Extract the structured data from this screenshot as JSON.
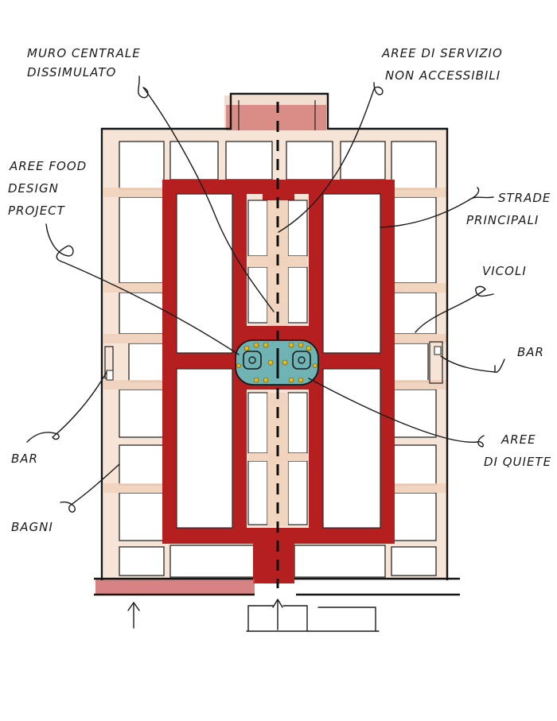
{
  "colors": {
    "main_streets": "#b51f1f",
    "alleys": "#f1d3bd",
    "quiet_area": "#6fb3b4",
    "bar_dots": "#e5b81c",
    "ink": "#141414"
  },
  "labels": {
    "muro_1": "MURO CENTRALE",
    "muro_2": "DISSIMULATO",
    "servizio_1": "AREE DI SERVIZIO",
    "servizio_2": "NON ACCESSIBILI",
    "food_1": "AREE FOOD",
    "food_2": "DESIGN",
    "food_3": "PROJECT",
    "strade_1": "STRADE",
    "strade_2": "PRINCIPALI",
    "vicoli": "VICOLI",
    "bar_right": "BAR",
    "bar_left": "BAR",
    "quiete_1": "AREE",
    "quiete_2": "DI QUIETE",
    "bagni": "BAGNI"
  },
  "icons": {
    "entrance_bottom": "arrow-up-icon",
    "entrance_left": "arrow-up-icon"
  }
}
